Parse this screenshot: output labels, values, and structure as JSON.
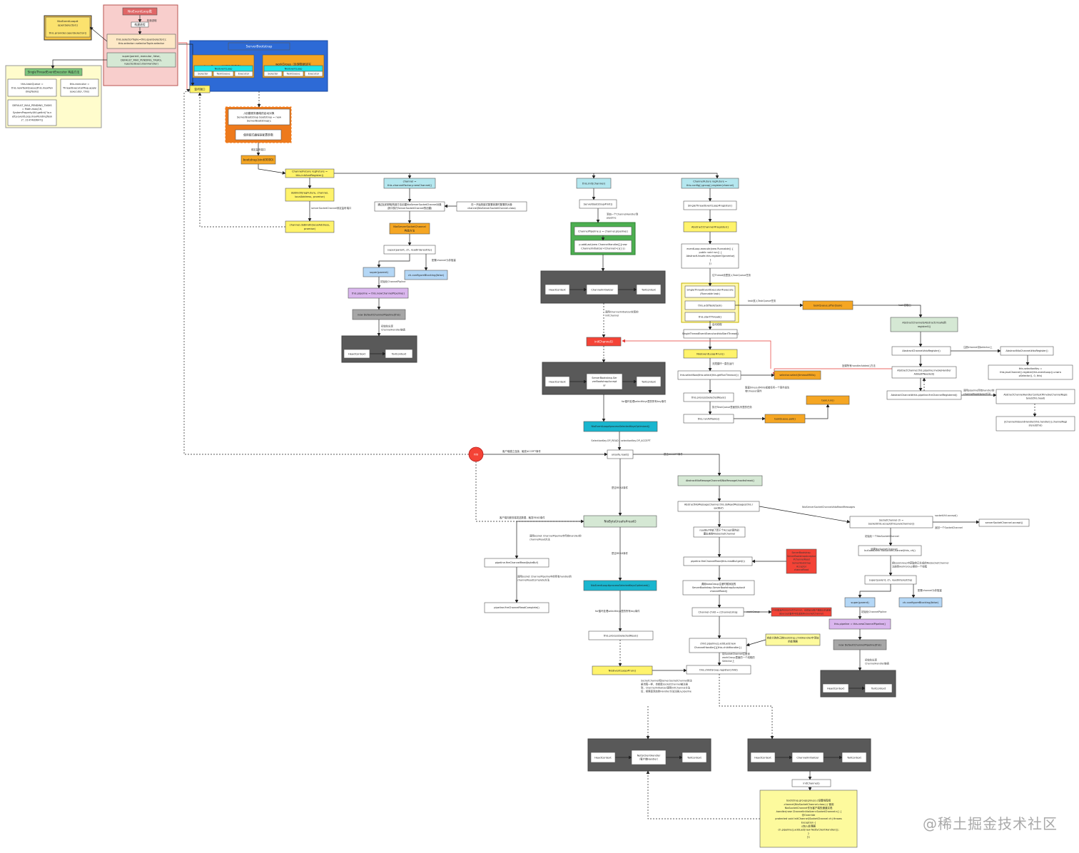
{
  "colors": {
    "yellow": "#fff36b",
    "orange": "#f5a623",
    "deep_orange": "#ee7a1c",
    "light_blue": "#b4e7ef",
    "sky_blue": "#b4d7f6",
    "purple": "#dab6ee",
    "gray": "#a6a6a6",
    "dark": "#595959",
    "green": "#d5e8d4",
    "cyan": "#1ab6cf",
    "red": "#f44336",
    "pink": "#f8cecc",
    "blue_bg": "#2d6ad6",
    "note_yellow": "#fdfa9d",
    "dark_text": "#333333",
    "red_text": "#ff2b2b"
  },
  "nodes": [
    {
      "id": "nioeventloop",
      "label": "NioEventLoop类",
      "fill": "#e06666",
      "text": "#ffffff"
    },
    {
      "id": "build",
      "label": "构建进程",
      "fill": "#ffffff"
    },
    {
      "id": "provider_open",
      "label": "NioEventLoop#\nopenSelector()\n\nthis.provider.openSelector()",
      "fill": "#fbe26e"
    },
    {
      "id": "selector_tuple",
      "label": "this.selectorTuple=this.openSelector();\nthis.selector=selectorTuple.selector",
      "fill": "#fde8c6"
    },
    {
      "id": "super_parent",
      "label": "super(parent, executor, false,\nDEFAULT_MAX_PENDING_TASKS,\nrejectedExecutionHandler)",
      "fill": "#d5e8d4"
    },
    {
      "id": "single_thread",
      "label": "SingleThreadEventExecutor 构造方法",
      "fill": "#7cc47c"
    },
    {
      "id": "task_queue",
      "label": "this.taskQueue =\nthis.newTaskQueue(this.maxPen\ndingTasks)",
      "fill": "#ffffff"
    },
    {
      "id": "executor_assign",
      "label": "this.executor =\nThreadExecutorMap.apply\n(executor, this)",
      "fill": "#ffffff"
    },
    {
      "id": "default_max",
      "label": "DEFAULT_MAX_PENDING_TASKS\n= Math.max(16,\nSystemPropertyUtil.getInt(\"io.n\netty.eventLoop.maxPendingTask\ns\", 2147483647))",
      "fill": "#ffffff"
    },
    {
      "id": "server_bootstrap",
      "label": "ServerBootstrap",
      "fill": "#2d6ad6",
      "text": "#ffffff"
    },
    {
      "id": "boss_group",
      "label": "bossGroup（处理连接请求）",
      "fill": "#f5a623"
    },
    {
      "id": "worker_group",
      "label": "workGroup（处理数据读写\n和逻辑）",
      "fill": "#f5a623"
    },
    {
      "id": "nioeventloop_a",
      "label": "NioEventLoop",
      "fill": "#1ee6e6"
    },
    {
      "id": "nioeventloop_b",
      "label": "NioEventLoop",
      "fill": "#1ee6e6"
    },
    {
      "id": "sel_a",
      "label": "Selector",
      "fill": "#ffffff"
    },
    {
      "id": "tq_a",
      "label": "TaskQueue",
      "fill": "#ffffff"
    },
    {
      "id": "ex_a",
      "label": "Executor",
      "fill": "#ffffff"
    },
    {
      "id": "sel_b",
      "label": "Selector",
      "fill": "#ffffff"
    },
    {
      "id": "tq_b",
      "label": "TaskQueue",
      "fill": "#ffffff"
    },
    {
      "id": "ex_b",
      "label": "Executor",
      "fill": "#ffffff"
    },
    {
      "id": "listen_port",
      "label": "监听端口",
      "fill": "#fff36b"
    },
    {
      "id": "create_bootstrap",
      "label": "//创建服务器端的启动对象\nServerBootstrap bootstrap = new\nServerBootstrap();",
      "fill": "#ffffff"
    },
    {
      "id": "chain_config",
      "label": "使用链式编程来配置参数",
      "fill": "#ffffff"
    },
    {
      "id": "bind_label",
      "label": "bootstrap.bind(9000)",
      "fill": "#f5a623"
    },
    {
      "id": "init_register",
      "label": "ChannelFuture regFuture =\nthis.initAndRegister()",
      "fill": "#fff36b"
    },
    {
      "id": "do_bind0",
      "label": "doBind0(regFuture, channel,\nlocalAddress, promise)",
      "fill": "#fff36b"
    },
    {
      "id": "channel_bind",
      "label": "channel.doBind0(localAddress,\npromise)",
      "fill": "#fff36b"
    },
    {
      "id": "new_channel",
      "label": "channel =\nthis.channelFactory.newChannel()",
      "fill": "#b4e7ef"
    },
    {
      "id": "reflect_note",
      "label": "通过反射获取构造方法创建NioServerSocketChannel对象\n(其中执行ServerSocketChannel的创建)",
      "fill": "#ffffff"
    },
    {
      "id": "factory_note",
      "label": "在一开始的链式配置参数时配置的对象\nchannel(NioServerSocketChannel.class)",
      "fill": "#ffffff"
    },
    {
      "id": "nio_server_ctor",
      "label": "NioServerSocketChannel\n构造方法",
      "fill": "#f5a623"
    },
    {
      "id": "super_interest",
      "label": "super(parent, ch, readInterestOp)",
      "fill": "#ffffff"
    },
    {
      "id": "super_parent_2",
      "label": "super(parent)",
      "fill": "#b4d7f6"
    },
    {
      "id": "config_blocking",
      "label": "ch.configureBlocking(false)",
      "fill": "#b4d7f6"
    },
    {
      "id": "this_pipeline",
      "label": "this.pipeline = this.newChannelPipeline()",
      "fill": "#dab6ee"
    },
    {
      "id": "new_default_pipeline",
      "label": "new DefaultChannelPipeline(this)",
      "fill": "#a6a6a6"
    },
    {
      "id": "pipe1",
      "label": "HeadContext",
      "fill": "#ffffff"
    },
    {
      "id": "pipe1_tail",
      "label": "TailContext",
      "fill": "#ffffff"
    },
    {
      "id": "init_channel",
      "label": "this.init(channel)",
      "fill": "#b4e7ef"
    },
    {
      "id": "server_init",
      "label": "ServerBootstrap#init()",
      "fill": "#ffffff"
    },
    {
      "id": "pipeline_get",
      "label": "ChannelPipeline p = channel.pipeline()",
      "fill": "#ffffff"
    },
    {
      "id": "add_last",
      "label": "p.addLast(new ChannelHandler[]{new\nChannelInitializer<Channel>(){}})",
      "fill": "#ffffff"
    },
    {
      "id": "pipe2_head",
      "label": "HeadContext",
      "fill": "#ffffff"
    },
    {
      "id": "pipe2_mid",
      "label": "ChannelInitializer",
      "fill": "#ffffff"
    },
    {
      "id": "pipe2_tail",
      "label": "TailContext",
      "fill": "#ffffff"
    },
    {
      "id": "init_channel_red",
      "label": "initChannel()",
      "fill": "#f44336",
      "text": "#ffffff"
    },
    {
      "id": "pipe3_head",
      "label": "HeadContext",
      "fill": "#ffffff"
    },
    {
      "id": "pipe3_mid",
      "label": "ServerBootstrap.Ser\nverBootstrapAccept\nor",
      "fill": "#ffffff"
    },
    {
      "id": "pipe3_tail",
      "label": "TailContext",
      "fill": "#ffffff"
    },
    {
      "id": "reg_future",
      "label": "ChannelFuture regFuture =\nthis.config().group().register(channel)",
      "fill": "#b4e7ef"
    },
    {
      "id": "single_register",
      "label": "SingleThreadEventLoop#register()",
      "fill": "#ffffff"
    },
    {
      "id": "abstract_register",
      "label": "AbstractChannel#register()",
      "fill": "#fff36b"
    },
    {
      "id": "eventloop_execute",
      "label": "eventLoop.execute(new Runnable() {\n  public void run() {\n    AbstractUnsafe.this.register0(promise)\n  }\n})",
      "fill": "#ffffff"
    },
    {
      "id": "single_execute",
      "label": "SingleThreadEventExecutor#execute\n(Runnable task)",
      "fill": "#ffffff"
    },
    {
      "id": "add_task",
      "label": "this.addTask(task)",
      "fill": "#ffffff"
    },
    {
      "id": "start_thread",
      "label": "this.startThread()",
      "fill": "#ffffff"
    },
    {
      "id": "task_offer",
      "label": "taskQueue.offer(task)",
      "fill": "#f5a623"
    },
    {
      "id": "single_do_start",
      "label": "SingleThreadEventExecutor#doStartThread()",
      "fill": "#ffffff"
    },
    {
      "id": "nio_run",
      "label": "NioEventLoop#run()",
      "fill": "#fff36b"
    },
    {
      "id": "select_now",
      "label": "this.selectNow/this.select(this.getRunTimeout())",
      "fill": "#ffffff"
    },
    {
      "id": "selector_select",
      "label": "selector.select(timeoutMillis)",
      "fill": "#f5a623"
    },
    {
      "id": "process_selected",
      "label": "this.processSelectedKeys()",
      "fill": "#ffffff"
    },
    {
      "id": "run_all_tasks",
      "label": "this.runAllTasks()",
      "fill": "#ffffff"
    },
    {
      "id": "task_poll",
      "label": "taskQueue.poll()",
      "fill": "#f5a623"
    },
    {
      "id": "task_run",
      "label": "task.run()",
      "fill": "#f5a623"
    },
    {
      "id": "abstract_unsafe_register",
      "label": "AbstractChannel$AbstractUnsafe的\nregister0()",
      "fill": "#d5e8d4"
    },
    {
      "id": "do_register",
      "label": "AbstractChannel#doRegister()",
      "fill": "#ffffff"
    },
    {
      "id": "nio_do_register",
      "label": "AbstractNioChannel#doRegister()",
      "fill": "#ffffff"
    },
    {
      "id": "invoke_handler_added",
      "label": "AbstractChannel.this.pipeline.invokeHandler\nAddedIfNeeded()",
      "fill": "#ffffff"
    },
    {
      "id": "selection_key",
      "label": "this.selectionKey =\nthis.javaChannel().register(this.eventLoop().unwra\npSelector(), 0, this)",
      "fill": "#ffffff"
    },
    {
      "id": "fire_registered",
      "label": "AbstractChannel#this.pipeline.fireChannelRegistered()",
      "fill": "#ffffff"
    },
    {
      "id": "handler_invoke",
      "label": "AbstractChannelHandlerContext#invokeChannelRegis\ntered(this.head)",
      "fill": "#ffffff"
    },
    {
      "id": "inbound_handler",
      "label": "((ChannelInboundHandler)this.handler()).channelRegi\nstered(this)",
      "fill": "#ffffff"
    },
    {
      "id": "process_keys_opt",
      "label": "NioEventLoop#processSelectedKeysOptimized()",
      "fill": "#1ab6cf"
    },
    {
      "id": "red_circle",
      "label": "nio",
      "fill": "#f44336"
    },
    {
      "id": "unsafe_read",
      "label": "unsafe.read()",
      "fill": "#ffffff"
    },
    {
      "id": "abstract_nio_read",
      "label": "AbstractNioMessageChannel$NioMessageUnsafe#read()",
      "fill": "#d5e8d4"
    },
    {
      "id": "do_read_messages",
      "label": "AbstractNioMessageChannel.this.doReadMessages(this.r\neadBuf)",
      "fill": "#ffffff"
    },
    {
      "id": "socket_accept",
      "label": "SocketChannel ch =\nSocketUtils.accept(this.javaChannel())",
      "fill": "#ffffff"
    },
    {
      "id": "server_accept",
      "label": "serverSocketChannel.accept()",
      "fill": "#ffffff"
    },
    {
      "id": "new_nio_socket",
      "label": "buf.add(new NioSocketChannel(this, ch))",
      "fill": "#ffffff"
    },
    {
      "id": "super_interest_2",
      "label": "super(parent, ch, readInterestOp)",
      "fill": "#ffffff"
    },
    {
      "id": "super_parent_3",
      "label": "super(parent)",
      "fill": "#b4d7f6"
    },
    {
      "id": "config_blocking_2",
      "label": "ch.configureBlocking(false)",
      "fill": "#b4d7f6"
    },
    {
      "id": "this_pipeline_2",
      "label": "this.pipeline = this.newChannelPipeline()",
      "fill": "#dab6ee"
    },
    {
      "id": "new_default_pipeline_2",
      "label": "new DefaultChannelPipeline(this)",
      "fill": "#a6a6a6"
    },
    {
      "id": "pipe4_head",
      "label": "HeadContext",
      "fill": "#ffffff"
    },
    {
      "id": "pipe4_tail",
      "label": "TailContext",
      "fill": "#ffffff"
    },
    {
      "id": "readbuf_list",
      "label": "readBuf中放了若干个Accept事件创\n建出来的NioSocketChannel",
      "fill": "#ffffff"
    },
    {
      "id": "fire_channel_read",
      "label": "pipeline.fireChannelRead(this.readBuf.get(i))",
      "fill": "#ffffff"
    },
    {
      "id": "red_note",
      "label": "ServerBootstrap.\nServerBootstrapAcceptor\n#channelRead\nServerBootstrap\nAcceptor\nchannelRead",
      "fill": "#f44336",
      "text": "#333333"
    },
    {
      "id": "acceptor_note",
      "label": "调用bossGroup注册时候添加的\nServerBootstrap.ServerBootstrapAcceptor#\nchannelRead()",
      "fill": "#ffffff"
    },
    {
      "id": "child_channel",
      "label": "Channel child = (Channel)msg",
      "fill": "#ffffff"
    },
    {
      "id": "child_pipeline",
      "label": "child.pipeline().addLast(new\nChannelHandler[]{this.childHandler})",
      "fill": "#ffffff"
    },
    {
      "id": "child_group_register",
      "label": "this.childGroup.register(child)",
      "fill": "#ffffff"
    },
    {
      "id": "work_group_red",
      "label": "child就是NioSocketChannel，也就是与客户端建立的连接\n（在accept事件中生成的NioSocketChannel）",
      "fill": "#f44336",
      "text": "#333333"
    },
    {
      "id": "custom_handler_note",
      "label": "自定义的自己的bootstrap.childHandler中添加\n的处理器",
      "fill": "#fdfa9d"
    },
    {
      "id": "nio_by_unsafe",
      "label": "NioByteUnsafe#read()",
      "fill": "#d5e8d4"
    },
    {
      "id": "fire_read",
      "label": "pipeline.fireChannelRead(byteBuf)",
      "fill": "#ffffff"
    },
    {
      "id": "fire_read_complete",
      "label": "pipeline.fireChannelReadComplete()",
      "fill": "#ffffff"
    },
    {
      "id": "process_keys_opt_2",
      "label": "NioEventLoop#processSelectedKeysOptimized()",
      "fill": "#1ab6cf"
    },
    {
      "id": "process_selected_2",
      "label": "this.processSelectedKeys()",
      "fill": "#ffffff"
    },
    {
      "id": "nio_run_2",
      "label": "NioEventLoop#run()",
      "fill": "#fff36b"
    },
    {
      "id": "pipe5_head",
      "label": "HeadContext",
      "fill": "#ffffff"
    },
    {
      "id": "pipe5_mid",
      "label": "NettyClientHandler\n（客户端Handler）",
      "fill": "#ffffff"
    },
    {
      "id": "pipe5_tail",
      "label": "TailContext",
      "fill": "#ffffff"
    },
    {
      "id": "pipe6_head",
      "label": "HeadContext",
      "fill": "#ffffff"
    },
    {
      "id": "pipe6_mid",
      "label": "ChannelInitializer",
      "fill": "#ffffff"
    },
    {
      "id": "pipe6_tail",
      "label": "TailContext",
      "fill": "#ffffff"
    },
    {
      "id": "init_channel_2",
      "label": "initChannel()",
      "fill": "#ffffff"
    },
    {
      "id": "final_note",
      "label": "bootstrap.group(group) //设置线程组\n.channel(NioSocketChannel.class) // 使用\nNioSocketChannel作为客户端的通道实现\n.handler(new ChannelInitializer<SocketChannel>() {\n@Override\nprotected void initChannel(SocketChannel ch) throws\nException {\n//加入处理器\nch.pipeline().addLast(new NettyClientHandler());\n}\n});",
      "fill": "#fdfa9d"
    }
  ],
  "labels": {
    "build_arrow": "构造进程",
    "bind_port": "绑定监听端口",
    "server_bind": "serverSocketChannel绑定监听端口",
    "config_channel": "配置channel为非阻塞",
    "init_pipeline": "初始化ChannelPipline",
    "init_chain": "初始化出现\nChannelHandler链表",
    "add_handler": "添加一个ChannelHandler到\npipeline",
    "add_channel": "往Thread池里放入TaskQueue任务",
    "add_to_queue": "task放入TaskQueue任务",
    "poll_task": "task被取出",
    "start_thread_label": "启动线程",
    "block_label": "无限循环一直在运行",
    "timeout_label": "阻塞timeoutMillis或者任何一个事件发生\n有timeout事件",
    "exec_queue": "执行TaskQueue里面的队列里的任务",
    "callback_added": "回调所有handlerAdded()方法",
    "registered_callback": "调用pipeline所有handler的\nchannelRegistered方法",
    "register_to_selector": "注册channel到selector上",
    "selector_callback": "调用ChannelInitializer实现的\ninitChannel",
    "for_loop": "for循环处理selectKeys里的所有key事件",
    "selection_key_ops": "SelectionKey.OP_READ | selectionKey.OP_ACCEPT",
    "accept_event": "客户端建立连接，触发ACCEPT事件",
    "is_accept": "是否ACCEPT事件",
    "is_read": "是否READ事件",
    "client_read": "客户端向服务端发送数据，触发READ事件",
    "nio_message": "NioServerSocketChannel#doReadMessages",
    "server_accept_label": "socketUtil.accept()",
    "new_socket_channel": "返回一个SocketChannel",
    "init_socket": "初始化一个NioSocketChannel",
    "create_nio_socket": "创建NioSocketChannel",
    "register_nio_socket": "把bossGroup中获取的已生成的NioSocketChannel\n注册到workGroup里的一个线程",
    "config_non_block": "配置channel为非阻塞",
    "init_child_pipeline": "初始化ChannelPipline",
    "init_chain_2": "初始化出现\nChannelHandler链表",
    "fire_note": "调用socket ChannelPipeline中所有handler的\nchannelRead方法",
    "fire_complete_note": "调用socket ChannelPipeline中的所有handler的\nchannelReadComplete方法",
    "register_socket": "将SocketChannel注册到\nworkGroup里面的一个线程的\nSelector上",
    "for_loop_2": "for循环处理selectKeys里的所有key事件",
    "work_group": "workGroup",
    "is_read_2": "是否READ事件",
    "socket_note": "SocketChannel和ServerSocketChannel的注\n册流程一样，也就是SocketChannel被注册\n到，ChannelInitializer调用initChannel方法\n后，把里面添加的Handler方法注册入pipeline",
    "init_channel_label": "initChannel()",
    "init_channel_3": "initChannel()",
    "watermark": "@稀土掘金技术社区"
  }
}
